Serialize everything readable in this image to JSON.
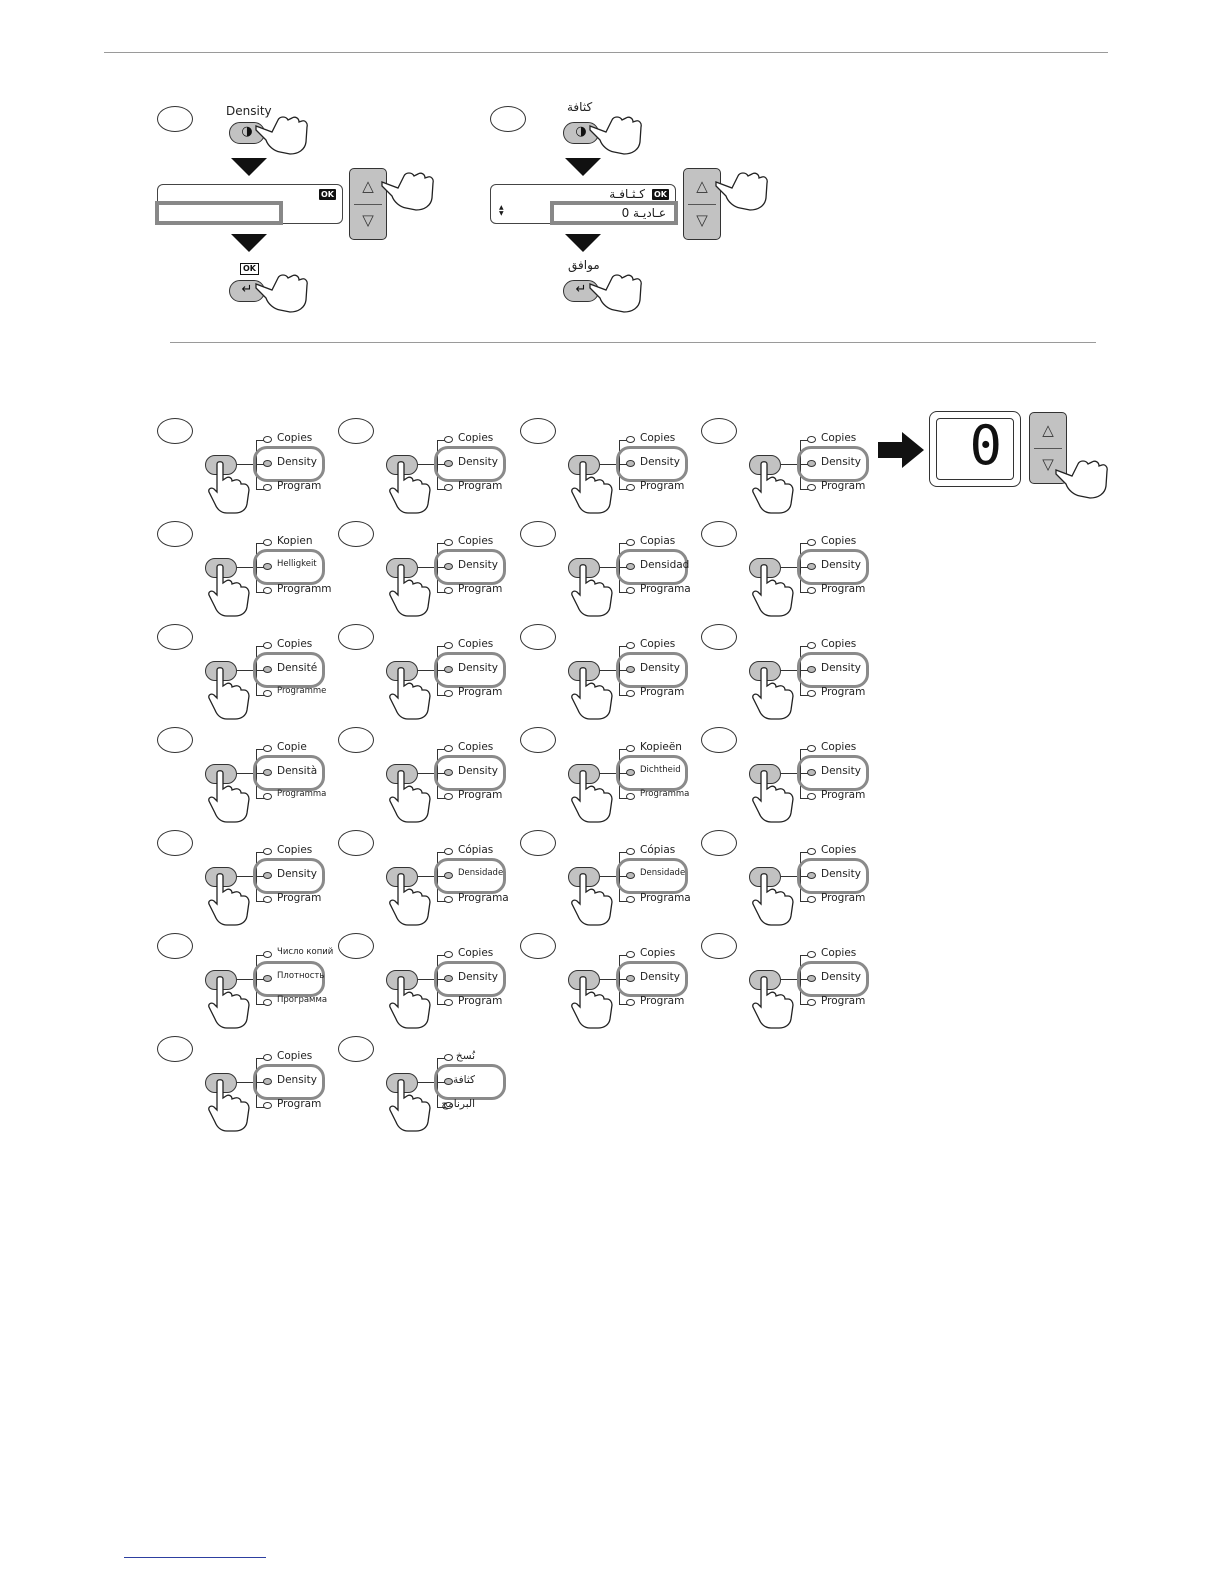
{
  "top": {
    "left": {
      "label": "Density",
      "ok_badge": "OK"
    },
    "right": {
      "label": "كثافة",
      "lcd_title": "كـثـافـة",
      "ok_badge": "OK",
      "selection": "عـاديـة  0",
      "confirm_label": "موافق"
    }
  },
  "display": {
    "digit": "0"
  },
  "grid": [
    {
      "copies": "Copies",
      "density": "Density",
      "program": "Program"
    },
    {
      "copies": "Copies",
      "density": "Density",
      "program": "Program"
    },
    {
      "copies": "Copies",
      "density": "Density",
      "program": "Program"
    },
    {
      "copies": "Copies",
      "density": "Density",
      "program": "Program"
    },
    {
      "copies": "Kopien",
      "density": "Helligkeit",
      "program": "Programm"
    },
    {
      "copies": "Copies",
      "density": "Density",
      "program": "Program"
    },
    {
      "copies": "Copias",
      "density": "Densidad",
      "program": "Programa"
    },
    {
      "copies": "Copies",
      "density": "Density",
      "program": "Program"
    },
    {
      "copies": "Copies",
      "density": "Densité",
      "program": "Programme"
    },
    {
      "copies": "Copies",
      "density": "Density",
      "program": "Program"
    },
    {
      "copies": "Copies",
      "density": "Density",
      "program": "Program"
    },
    {
      "copies": "Copies",
      "density": "Density",
      "program": "Program"
    },
    {
      "copies": "Copie",
      "density": "Densità",
      "program": "Programma"
    },
    {
      "copies": "Copies",
      "density": "Density",
      "program": "Program"
    },
    {
      "copies": "Kopieën",
      "density": "Dichtheid",
      "program": "Programma"
    },
    {
      "copies": "Copies",
      "density": "Density",
      "program": "Program"
    },
    {
      "copies": "Copies",
      "density": "Density",
      "program": "Program"
    },
    {
      "copies": "Cópias",
      "density": "Densidade",
      "program": "Programa"
    },
    {
      "copies": "Cópias",
      "density": "Densidade",
      "program": "Programa"
    },
    {
      "copies": "Copies",
      "density": "Density",
      "program": "Program"
    },
    {
      "copies": "Число копий",
      "density": "Плотность",
      "program": "Программа"
    },
    {
      "copies": "Copies",
      "density": "Density",
      "program": "Program"
    },
    {
      "copies": "Copies",
      "density": "Density",
      "program": "Program"
    },
    {
      "copies": "Copies",
      "density": "Density",
      "program": "Program"
    },
    {
      "copies": "Copies",
      "density": "Density",
      "program": "Program"
    },
    {
      "copies": "نُسخ",
      "density": "كثافة",
      "program": "البرنامج",
      "rtl": true
    }
  ]
}
